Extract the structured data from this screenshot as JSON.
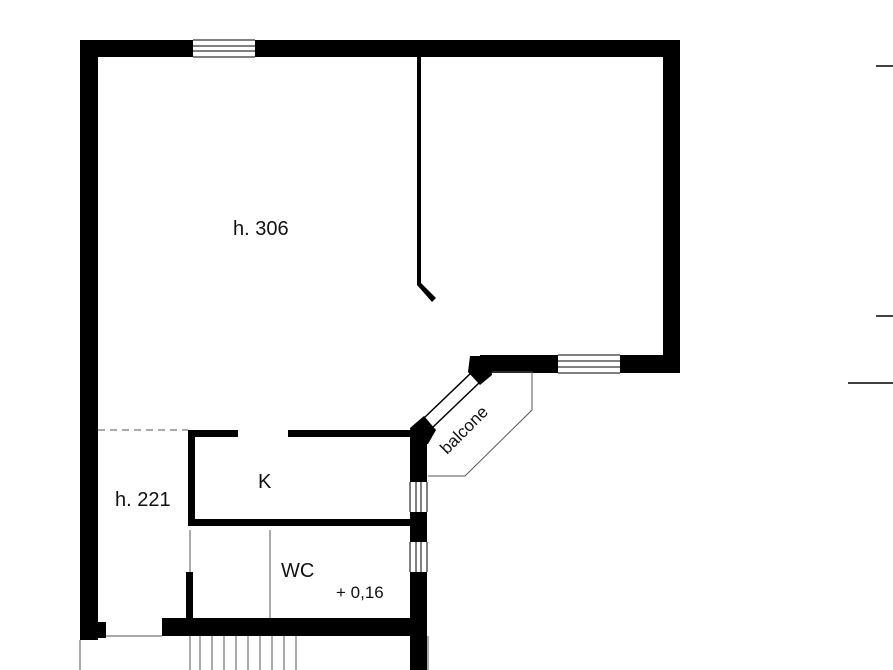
{
  "plan": {
    "labels": {
      "main_room_height": "h. 306",
      "side_room_height": "h. 221",
      "kitchen": "K",
      "wc": "WC",
      "level": "+ 0,16",
      "balcony": "balcone"
    }
  }
}
